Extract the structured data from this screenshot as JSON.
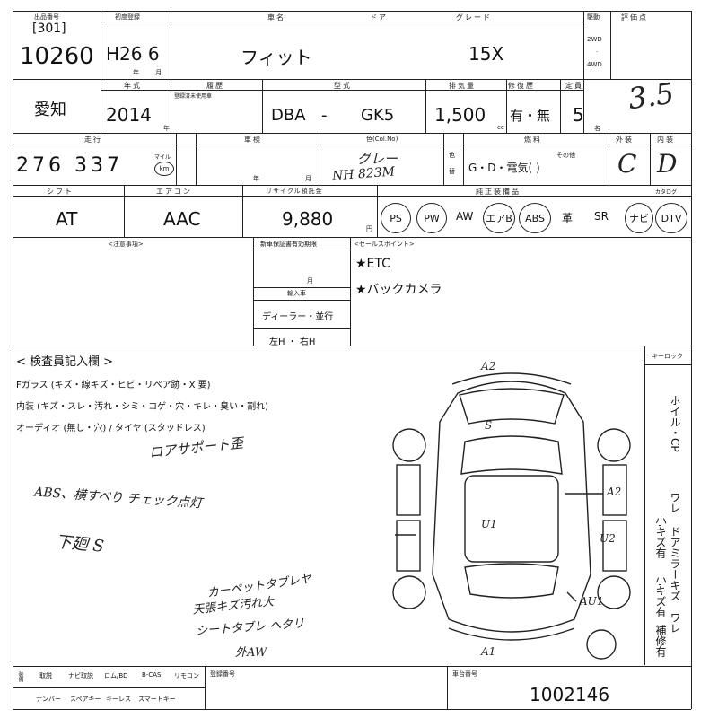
{
  "header": {
    "venue_label": "出品番号",
    "lot_prefix": "[301]",
    "lot_number": "10260",
    "first_reg_label": "初度登録",
    "first_reg": "H26 6",
    "first_reg_unit": "年 月",
    "car_name_label": "車名",
    "car_name": "フィット",
    "door_label": "ドア",
    "grade_label": "グレード",
    "grade": "15X",
    "drive_label": "駆動",
    "drive_2wd": "2WD",
    "drive_4wd": "4WD",
    "score_label": "評価点",
    "score_value": "3.5"
  },
  "row2": {
    "region": "愛知",
    "year_label": "年式",
    "year": "2014",
    "year_unit": "年",
    "history_label": "履歴",
    "history_sub": "登録済未使用車",
    "model_label": "型式",
    "model_prefix": "DBA",
    "model_dash": "-",
    "model_code": "GK5",
    "displacement_label": "排気量",
    "displacement": "1,500",
    "displacement_unit": "cc",
    "repair_label": "修復歴",
    "repair": "有・無",
    "capacity_label": "定員",
    "capacity": "5",
    "capacity_unit": "名"
  },
  "row3": {
    "mileage_label": "走行",
    "mileage": "276 337",
    "mileage_unit_top": "マイル",
    "mileage_unit": "km",
    "inspection_label": "車検",
    "inspection_year": "年",
    "inspection_month": "月",
    "color_label": "色(Col.No)",
    "color_value": "グレー",
    "color_code": "NH 823M",
    "color_change_1": "色",
    "color_change_2": "替",
    "fuel_label": "燃料",
    "fuel_other": "その他",
    "fuel_value": "G・D・電気(          )",
    "exterior_label": "外装",
    "exterior": "C",
    "interior_label": "内装",
    "interior": "D"
  },
  "row4": {
    "shift_label": "シフト",
    "shift": "AT",
    "aircon_label": "エアコン",
    "aircon": "AAC",
    "recycle_label": "リサイクル預託金",
    "recycle": "9,880",
    "recycle_unit": "円",
    "equipment_label": "純正装備品",
    "equipment": [
      "PS",
      "PW",
      "AW",
      "エアB",
      "ABS",
      "革",
      "SR",
      "ナビ",
      "DTV"
    ],
    "equipment_circled": [
      true,
      true,
      false,
      true,
      true,
      false,
      false,
      true,
      true
    ],
    "extra_label": "カタログ"
  },
  "notes": {
    "notes_label": "<注意事項>",
    "warranty_label": "新車保証書有効期限",
    "warranty_month": "月",
    "import_label": "輸入車",
    "import_value": "ディーラー・並行",
    "steering": "左H ・ 右H",
    "sales_label": "<セールスポイント>",
    "sales_points": [
      "★ETC",
      "★バックカメラ"
    ]
  },
  "inspector": {
    "title": "< 検査員記入欄 >",
    "line1": "Fガラス (キズ・線キズ・ヒビ・リペア跡・X 要)",
    "line2": "内装 (キズ・スレ・汚れ・シミ・コゲ・穴・キレ・臭い・割れ)",
    "line3": "オーディオ (無し・穴) / タイヤ (スタッドレス)",
    "hand_notes": [
      "ロアサポート歪",
      "ABS、横すべり チェック点灯",
      "下廻 S",
      "カーペットタブレヤ",
      "天張キズ汚れ大",
      "シートタブレ ヘタリ",
      "外AW"
    ],
    "keyless_label": "キーロック",
    "side_labels": [
      "ホイル・CP",
      "ワレ",
      "小キズ有",
      "ドアミラーキズ",
      "ワレ",
      "小キズ有",
      "補修有"
    ]
  },
  "diagram_marks": [
    "A2",
    "S",
    "A2",
    "U1",
    "A2",
    "U2",
    "AU1",
    "A1"
  ],
  "footer": {
    "items_top": [
      "取説",
      "ナビ取説",
      "ロム/BD",
      "B-CAS",
      "リモコン"
    ],
    "items_bottom": [
      "ナンバー",
      "スペアキー",
      "キーレス",
      "スマートキー"
    ],
    "reg_label": "登録番号",
    "chassis_label": "車台番号",
    "chassis_number": "1002146"
  }
}
